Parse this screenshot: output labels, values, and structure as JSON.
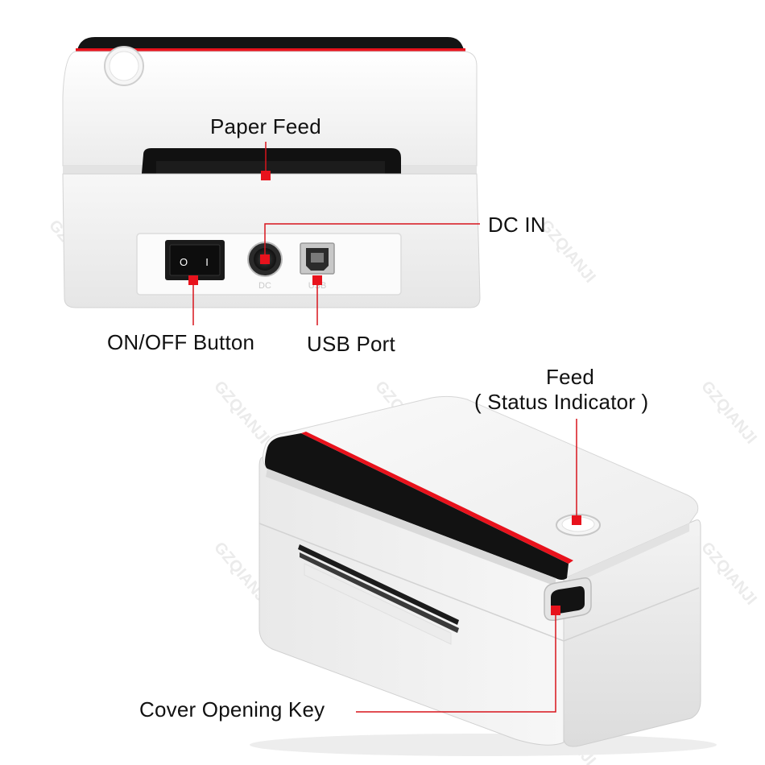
{
  "labels": {
    "paper_feed": "Paper Feed",
    "dc_in": "DC IN",
    "on_off_button": "ON/OFF Button",
    "usb_port": "USB Port",
    "feed": "Feed",
    "status_indicator": "( Status Indicator )",
    "cover_opening_key": "Cover Opening Key"
  },
  "port_labels": {
    "dc": "DC",
    "usb": "USB"
  },
  "switch_marks": {
    "off": "O",
    "on": "I"
  },
  "watermark": "GZQIANJI",
  "colors": {
    "accent_red": "#e8121c",
    "printer_white": "#f4f4f4",
    "printer_black": "#111111",
    "leader_line": "#d8141c"
  }
}
